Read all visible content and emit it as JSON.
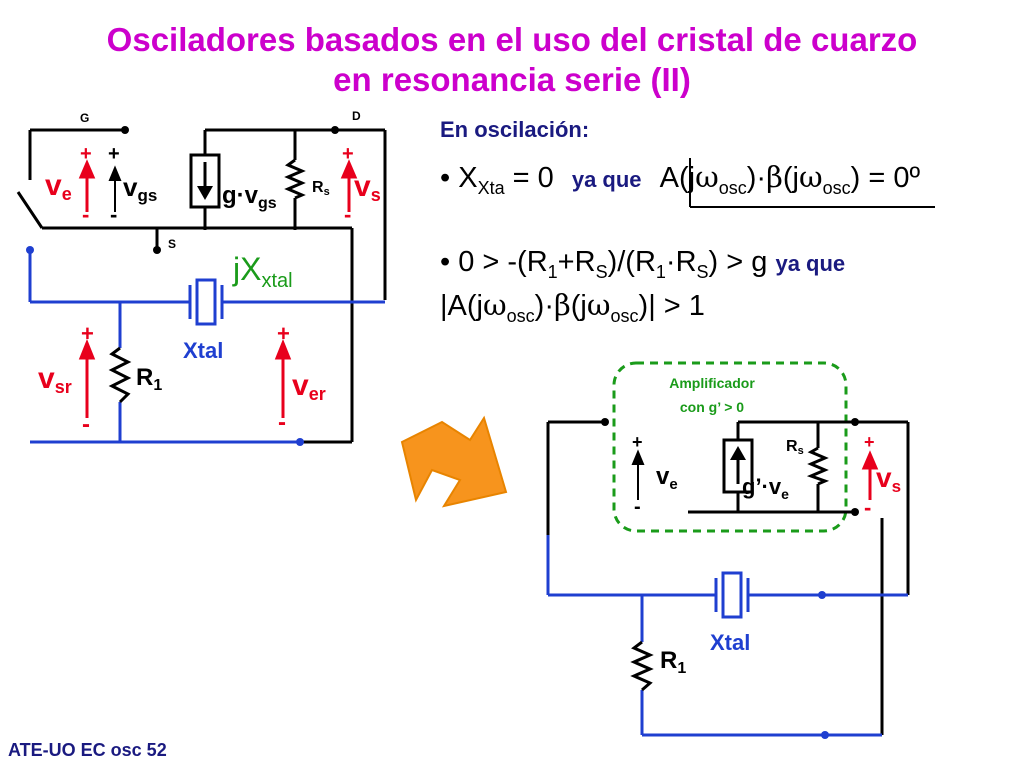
{
  "title_line1": "Osciladores basados en el uso del cristal de cuarzo",
  "title_line2": "en resonancia serie (II)",
  "heading": "En oscilación:",
  "condition1": {
    "bullet": "•",
    "x": "X",
    "x_sub": "Xta",
    "eq": " = 0",
    "ya_que": "ya que",
    "expr_a": "A(j",
    "omega": "ω",
    "osc": "osc",
    "mid": ")·",
    "beta": "β",
    "open": "(j",
    "expr_end": ") = 0º"
  },
  "condition2": {
    "line1": "• 0 > -(R",
    "sub1": "1",
    "plus": "+R",
    "subS": "S",
    "frac": ")/(R",
    "dot": "·R",
    "gt": ") > g",
    "ya_que": "ya que",
    "line2_a": "|A(j",
    "line2_b": ")·",
    "line2_end": ")| > 1"
  },
  "labels": {
    "G": "G",
    "D": "D",
    "S": "S",
    "plus": "+",
    "minus": "-",
    "v": "v",
    "e": "e",
    "s": "s",
    "gs": "gs",
    "sr": "sr",
    "er": "er",
    "g_vgs": "g·v",
    "Rs": "R",
    "Rs_sub": "s",
    "jX": "jX",
    "xtal_sub": "xtal",
    "Xtal": "Xtal",
    "R1": "R",
    "R1_sub": "1",
    "amp1": "Amplificador",
    "amp2": "con g’ > 0",
    "gp_ve": "g’·v"
  },
  "footer": "ATE-UO EC osc 52",
  "colors": {
    "title": "#cc00cc",
    "navy": "#1a1a80",
    "red": "#e8001c",
    "blue": "#1f3fd0",
    "green": "#1a9b1a",
    "arrow": "#f7941d"
  }
}
